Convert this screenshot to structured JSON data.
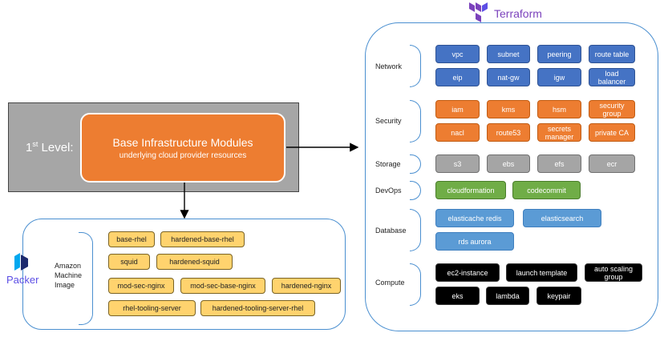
{
  "terraform": {
    "title": "Terraform",
    "categories": {
      "network": {
        "label": "Network",
        "items": [
          "vpc",
          "subnet",
          "peering",
          "route table",
          "eip",
          "nat-gw",
          "igw",
          "load balancer"
        ]
      },
      "security": {
        "label": "Security",
        "items": [
          "iam",
          "kms",
          "hsm",
          "security group",
          "nacl",
          "route53",
          "secrets manager",
          "private CA"
        ]
      },
      "storage": {
        "label": "Storage",
        "items": [
          "s3",
          "ebs",
          "efs",
          "ecr"
        ]
      },
      "devops": {
        "label": "DevOps",
        "items": [
          "cloudformation",
          "codecommit"
        ]
      },
      "database": {
        "label": "Database",
        "items": [
          "elasticache redis",
          "elasticsearch",
          "rds aurora"
        ]
      },
      "compute": {
        "label": "Compute",
        "items": [
          "ec2-instance",
          "launch template",
          "auto scaling group",
          "eks",
          "lambda",
          "keypair"
        ]
      }
    }
  },
  "level": {
    "label": "1",
    "label_sup": "st",
    "label_rest": " Level:",
    "box_title": "Base Infrastructure Modules",
    "box_subtitle": "underlying cloud provider resources"
  },
  "packer": {
    "title": "Packer",
    "ami_label": "Amazon Machine Image",
    "items": [
      "base-rhel",
      "hardened-base-rhel",
      "squid",
      "hardened-squid",
      "mod-sec-nginx",
      "mod-sec-base-nginx",
      "hardened-nginx",
      "rhel-tooling-server",
      "hardened-tooling-server-rhel"
    ]
  },
  "colors": {
    "network": "#4573c4",
    "security": "#ed7d31",
    "storage": "#a5a5a5",
    "devops": "#70ad47",
    "database": "#5b9bd5",
    "compute": "#000000",
    "packer_item": "#ffd36e",
    "frame": "#4a8fd0",
    "terraform_brand": "#7b42bc",
    "packer_brand": "#5c4ee5"
  },
  "icons": {
    "terraform": "terraform-logo-icon",
    "packer": "packer-logo-icon"
  }
}
